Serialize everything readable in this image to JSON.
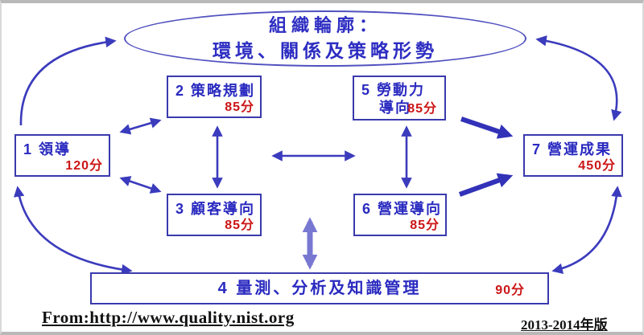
{
  "title": {
    "ellipse_line1": "組織輪廓：",
    "ellipse_line2": "環境、關係及策略形勢"
  },
  "boxes": {
    "b1": {
      "label": "1 領導",
      "score": "120分"
    },
    "b2": {
      "label": "2 策略規劃",
      "score": "85分"
    },
    "b3": {
      "label": "3 顧客導向",
      "score": "85分"
    },
    "b4": {
      "label": "4 量測、分析及知識管理",
      "score": "90分"
    },
    "b5": {
      "label_line1": "5 勞動力",
      "label_line2": "導向",
      "score": "85分"
    },
    "b6": {
      "label": "6 營運導向",
      "score": "85分"
    },
    "b7": {
      "label": "7 營運成果",
      "score": "450分"
    }
  },
  "footer": {
    "source": "From:http://www.quality.nist.org",
    "edition": "2013-2014年版"
  },
  "colors": {
    "box_border_blue": "#3a3aad",
    "label_blue": "#2a2ac0",
    "score_red": "#cc1616",
    "arrow_blue": "#3b3bbd",
    "thick_arrow_blue": "#3232b8",
    "light_arrow_blue": "#7878d2",
    "footer_black": "#111111"
  }
}
